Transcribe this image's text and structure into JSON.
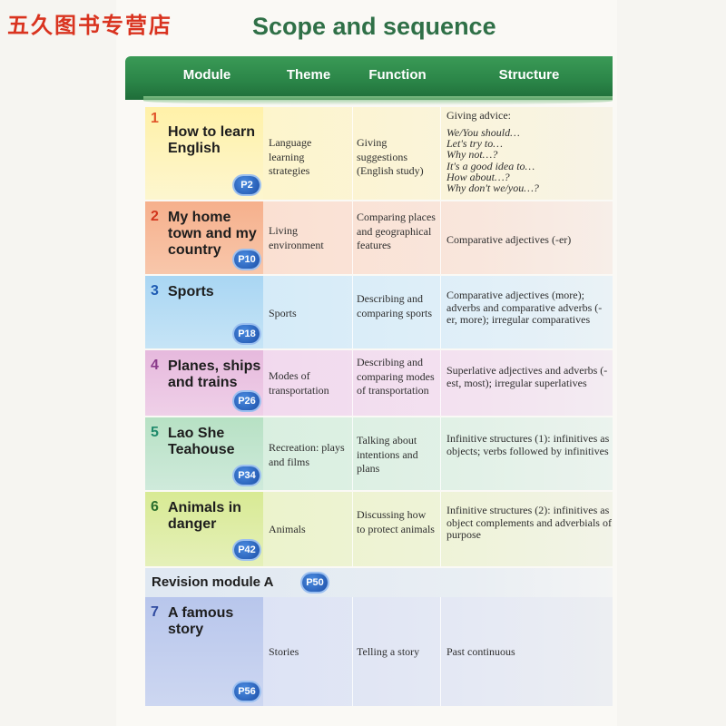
{
  "watermark": "五久图书专营店",
  "title": "Scope and sequence",
  "headers": {
    "module": "Module",
    "theme": "Theme",
    "function": "Function",
    "structure": "Structure"
  },
  "rows": [
    {
      "num": "1",
      "name": "How to learn English",
      "page": "P2",
      "theme": "Language learning strategies",
      "function": "Giving suggestions (English study)",
      "structure_title": "Giving advice:",
      "structure_lines": [
        "We/You should…",
        "Let's try to…",
        "Why not…?",
        "It's a good idea to…",
        "How about…?",
        "Why don't we/you…?"
      ]
    },
    {
      "num": "2",
      "name": "My home town and my country",
      "page": "P10",
      "theme": "Living environment",
      "function": "Comparing places and geographical features",
      "structure": "Comparative adjectives (-er)"
    },
    {
      "num": "3",
      "name": "Sports",
      "page": "P18",
      "theme": "Sports",
      "function": "Describing and comparing sports",
      "structure": "Comparative adjectives (more); adverbs and comparative adverbs (-er, more); irregular comparatives"
    },
    {
      "num": "4",
      "name": "Planes, ships and trains",
      "page": "P26",
      "theme": "Modes of transportation",
      "function": "Describing and comparing modes of transportation",
      "structure": "Superlative adjectives and adverbs (-est, most); irregular superlatives"
    },
    {
      "num": "5",
      "name": "Lao She Teahouse",
      "page": "P34",
      "theme": "Recreation: plays and films",
      "function": "Talking about intentions and plans",
      "structure": "Infinitive structures (1): infinitives as objects; verbs followed by infinitives"
    },
    {
      "num": "6",
      "name": "Animals in danger",
      "page": "P42",
      "theme": "Animals",
      "function": "Discussing how to protect animals",
      "structure": "Infinitive structures (2): infinitives as object complements and adverbials of purpose"
    }
  ],
  "revision": {
    "label": "Revision module A",
    "page": "P50"
  },
  "row7": {
    "num": "7",
    "name": "A famous story",
    "page": "P56",
    "theme": "Stories",
    "function": "Telling a story",
    "structure": "Past continuous"
  },
  "colors": {
    "title_green": "#2f7047",
    "header_green": "#2a8447",
    "badge_blue": "#1c4fa8",
    "watermark_red": "#d9331f"
  }
}
